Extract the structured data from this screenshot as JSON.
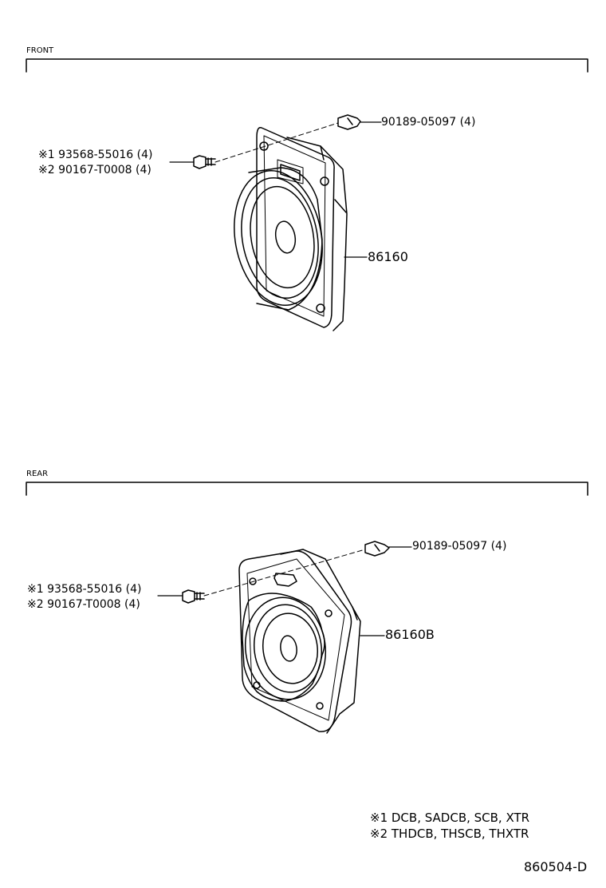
{
  "sections": {
    "front": {
      "title": "FRONT",
      "part": "86160",
      "clip": "90189-05097 (4)",
      "screw1": "※1 93568-55016 (4)",
      "screw2": "※2 90167-T0008 (4)"
    },
    "rear": {
      "title": "REAR",
      "part": "86160B",
      "clip": "90189-05097 (4)",
      "screw1": "※1 93568-55016 (4)",
      "screw2": "※2 90167-T0008 (4)"
    }
  },
  "notes": {
    "note1": "※1  DCB, SADCB, SCB, XTR",
    "note2": "※2  THDCB, THSCB, THXTR"
  },
  "diagram_code": "860504-D"
}
